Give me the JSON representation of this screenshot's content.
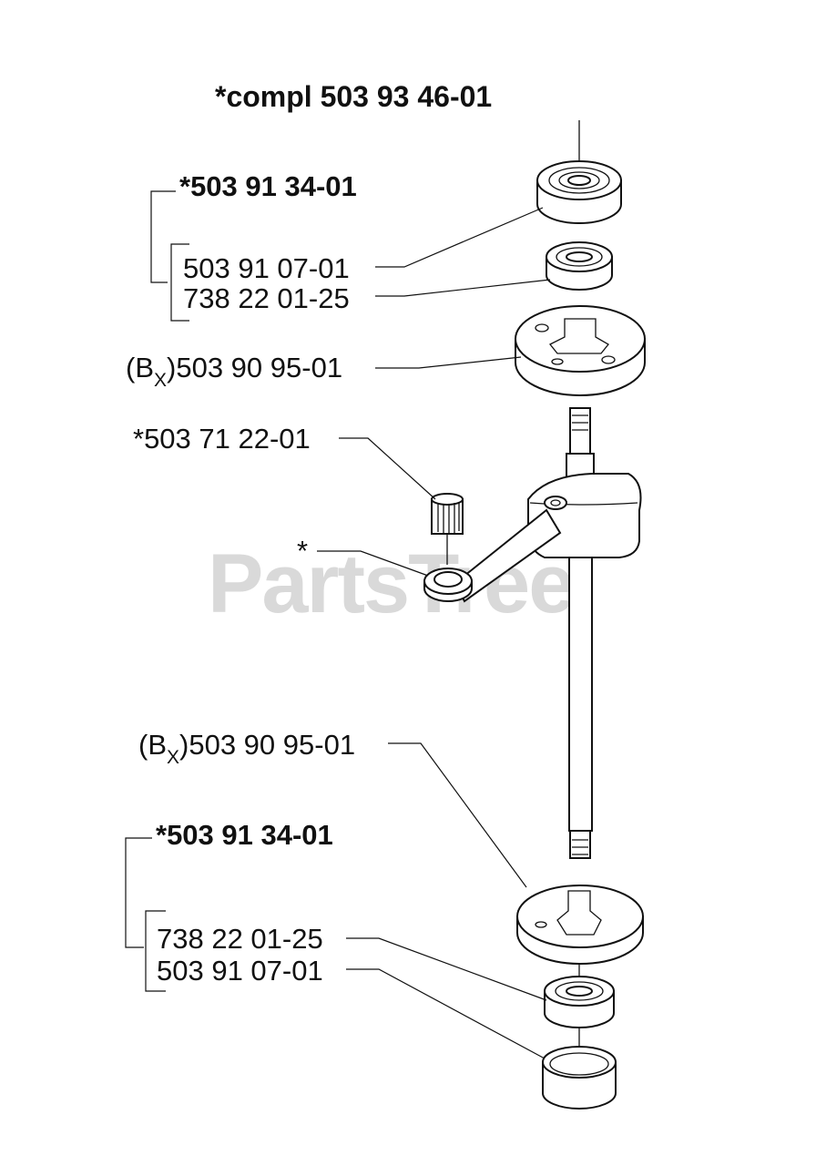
{
  "watermark": "PartsTree",
  "watermark_tm": "™",
  "assembly_label": "*compl 503 93 46-01",
  "top_group": {
    "kit": "*503 91 34-01",
    "bearing": "503 91 07-01",
    "seal": "738 22 01-25"
  },
  "top_bearing_plate": {
    "prefix": "(B",
    "subscript": "X",
    "number": ")503 90 95-01"
  },
  "needle_bearing": "*503 71 22-01",
  "crankshaft_mark": "*",
  "bottom_bearing_plate": {
    "prefix": "(B",
    "subscript": "X",
    "number": ")503 90 95-01"
  },
  "bottom_group": {
    "kit": "*503 91 34-01",
    "seal": "738 22 01-25",
    "bearing": "503 91 07-01"
  }
}
